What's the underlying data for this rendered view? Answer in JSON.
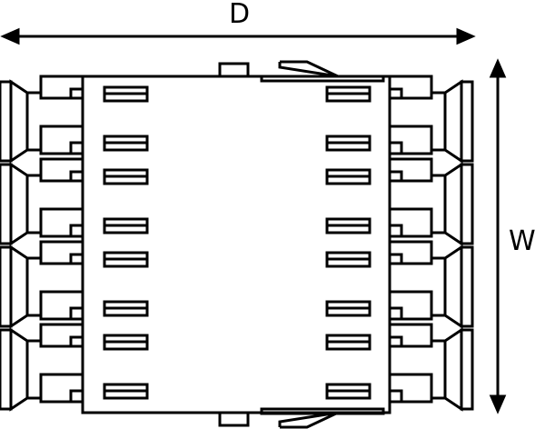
{
  "dimensions": {
    "depth_label": "D",
    "width_label": "W"
  },
  "modules": 4,
  "colors": {
    "stroke": "#000000",
    "background": "#ffffff"
  }
}
